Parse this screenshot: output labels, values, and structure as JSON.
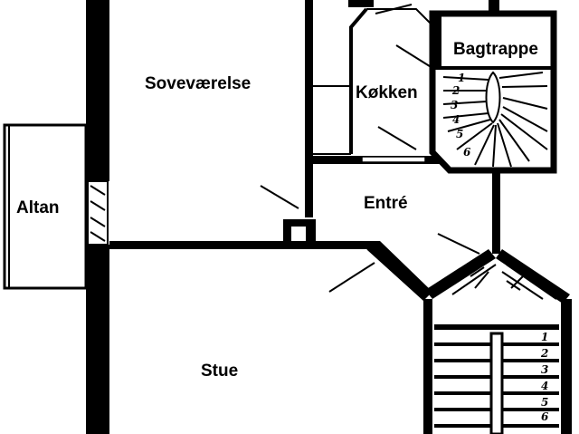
{
  "rooms": {
    "soveværelse": "Soveværelse",
    "køkken": "Køkken",
    "bagtrappe": "Bagtrappe",
    "altan": "Altan",
    "entre": "Entré",
    "stue": "Stue"
  },
  "stairs": {
    "back_stair_steps": [
      "1",
      "2",
      "3",
      "4",
      "5",
      "6"
    ],
    "main_stair_steps": [
      "1",
      "2",
      "3",
      "4",
      "5",
      "6"
    ]
  }
}
